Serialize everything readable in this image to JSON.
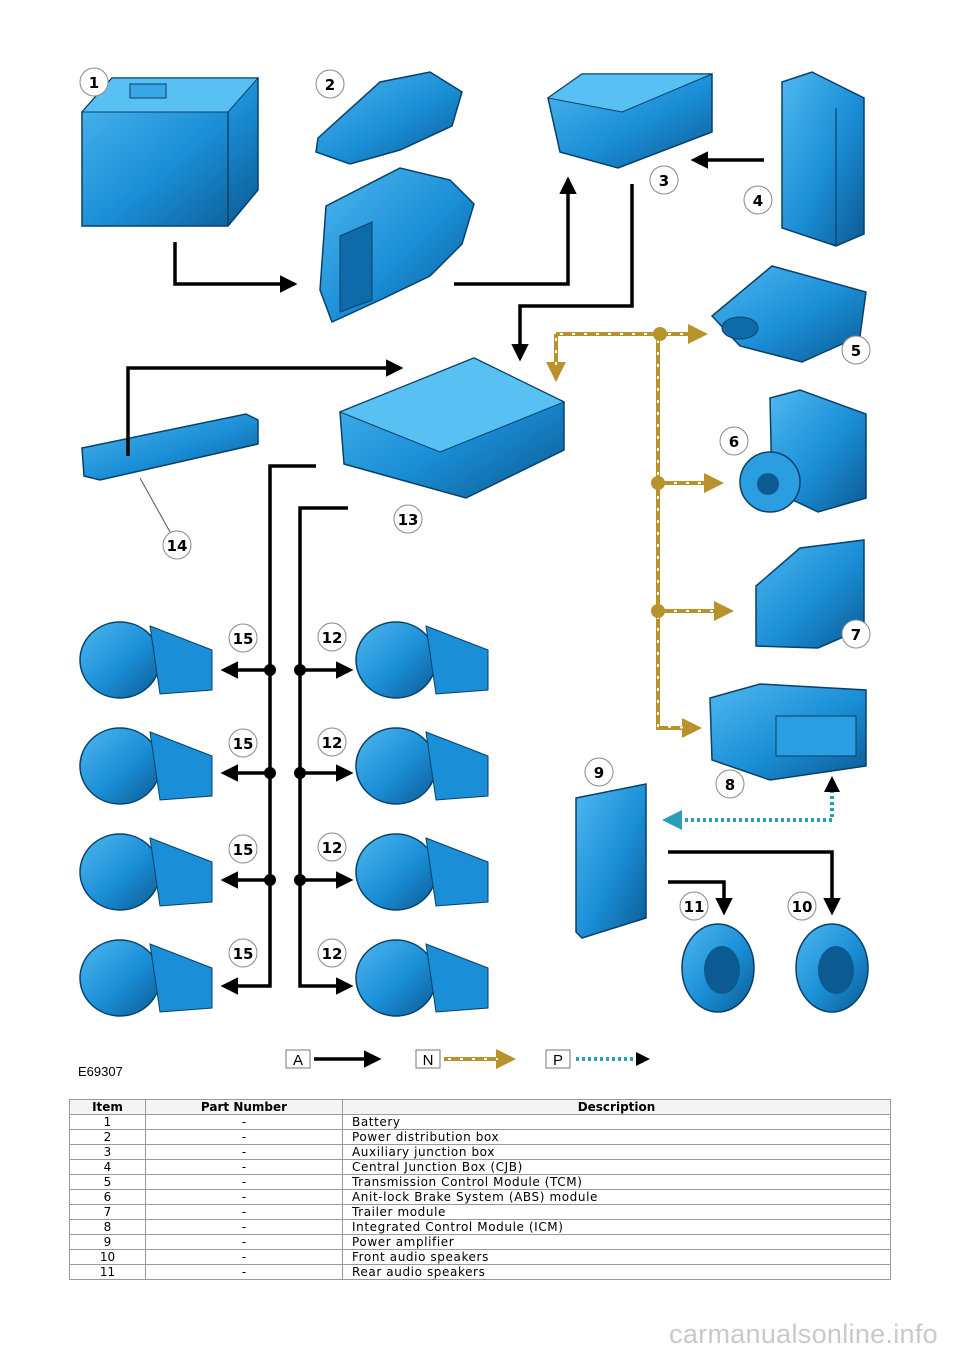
{
  "figure": {
    "reference": "E69307",
    "callouts": [
      "1",
      "2",
      "3",
      "4",
      "5",
      "6",
      "7",
      "8",
      "9",
      "10",
      "11",
      "12",
      "13",
      "14",
      "15"
    ],
    "legend": [
      {
        "key": "A",
        "style": "solid-black-arrow",
        "color": "#000000"
      },
      {
        "key": "N",
        "style": "dotted-gold-arrow",
        "color": "#b8922a"
      },
      {
        "key": "P",
        "style": "dotted-teal-arrow",
        "color": "#2aa0b8"
      }
    ],
    "colors": {
      "component": "#1a8ed6",
      "component_dark": "#0c5a92",
      "line_a": "#000000",
      "line_n": "#b8922a",
      "line_p": "#2aa0b8"
    }
  },
  "table": {
    "headers": {
      "item": "Item",
      "part_number": "Part Number",
      "description": "Description"
    },
    "rows": [
      {
        "item": "1",
        "part_number": "-",
        "description": "Battery"
      },
      {
        "item": "2",
        "part_number": "-",
        "description": "Power distribution box"
      },
      {
        "item": "3",
        "part_number": "-",
        "description": "Auxiliary junction box"
      },
      {
        "item": "4",
        "part_number": "-",
        "description": "Central Junction Box (CJB)"
      },
      {
        "item": "5",
        "part_number": "-",
        "description": "Transmission Control Module (TCM)"
      },
      {
        "item": "6",
        "part_number": "-",
        "description": "Anit-lock Brake System (ABS) module"
      },
      {
        "item": "7",
        "part_number": "-",
        "description": "Trailer module"
      },
      {
        "item": "8",
        "part_number": "-",
        "description": "Integrated Control Module (ICM)"
      },
      {
        "item": "9",
        "part_number": "-",
        "description": "Power amplifier"
      },
      {
        "item": "10",
        "part_number": "-",
        "description": "Front audio speakers"
      },
      {
        "item": "11",
        "part_number": "-",
        "description": "Rear audio speakers"
      }
    ]
  },
  "watermark": "carmanualsonline.info"
}
